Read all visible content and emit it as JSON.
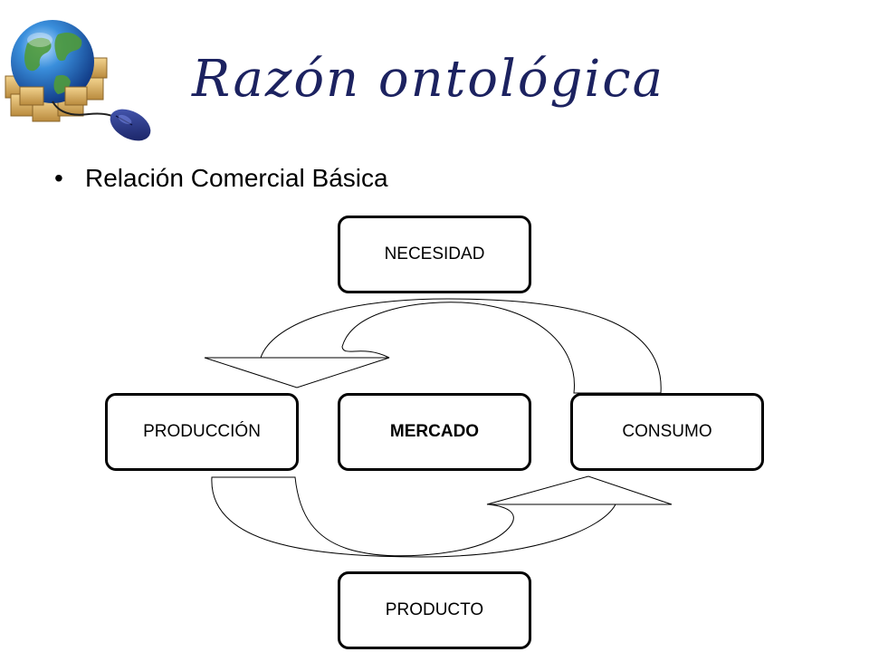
{
  "slide": {
    "title": "Razón ontológica",
    "logo_icon": "globe-with-boxes-and-mouse-icon",
    "bullets": [
      {
        "text": "Relación Comercial Básica"
      }
    ]
  },
  "diagram": {
    "nodes": {
      "necesidad": "NECESIDAD",
      "produccion": "PRODUCCIÓN",
      "mercado": "MERCADO",
      "consumo": "CONSUMO",
      "producto": "PRODUCTO"
    },
    "arrows": [
      {
        "from": "CONSUMO",
        "to": "PRODUCCIÓN",
        "via": "NECESIDAD"
      },
      {
        "from": "PRODUCCIÓN",
        "to": "CONSUMO",
        "via": "PRODUCTO"
      }
    ]
  },
  "colors": {
    "title": "#1c2260",
    "text": "#000000",
    "border": "#000000",
    "background": "#ffffff"
  }
}
